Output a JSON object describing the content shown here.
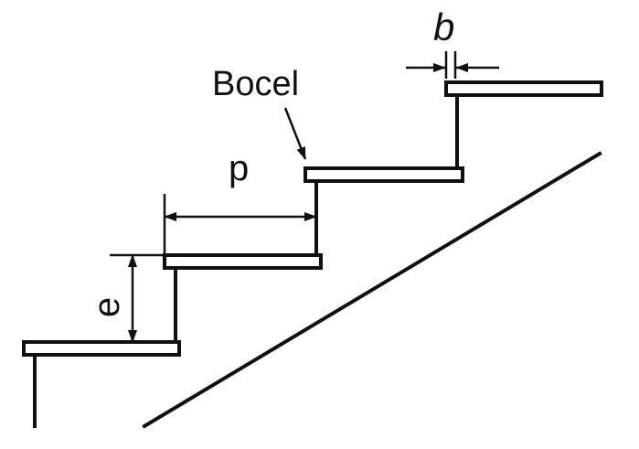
{
  "diagram": {
    "labels": {
      "bocel": "Bocel",
      "p": "p",
      "e": "e",
      "b": "b"
    },
    "colors": {
      "stroke": "#111111",
      "background": "#ffffff"
    }
  }
}
